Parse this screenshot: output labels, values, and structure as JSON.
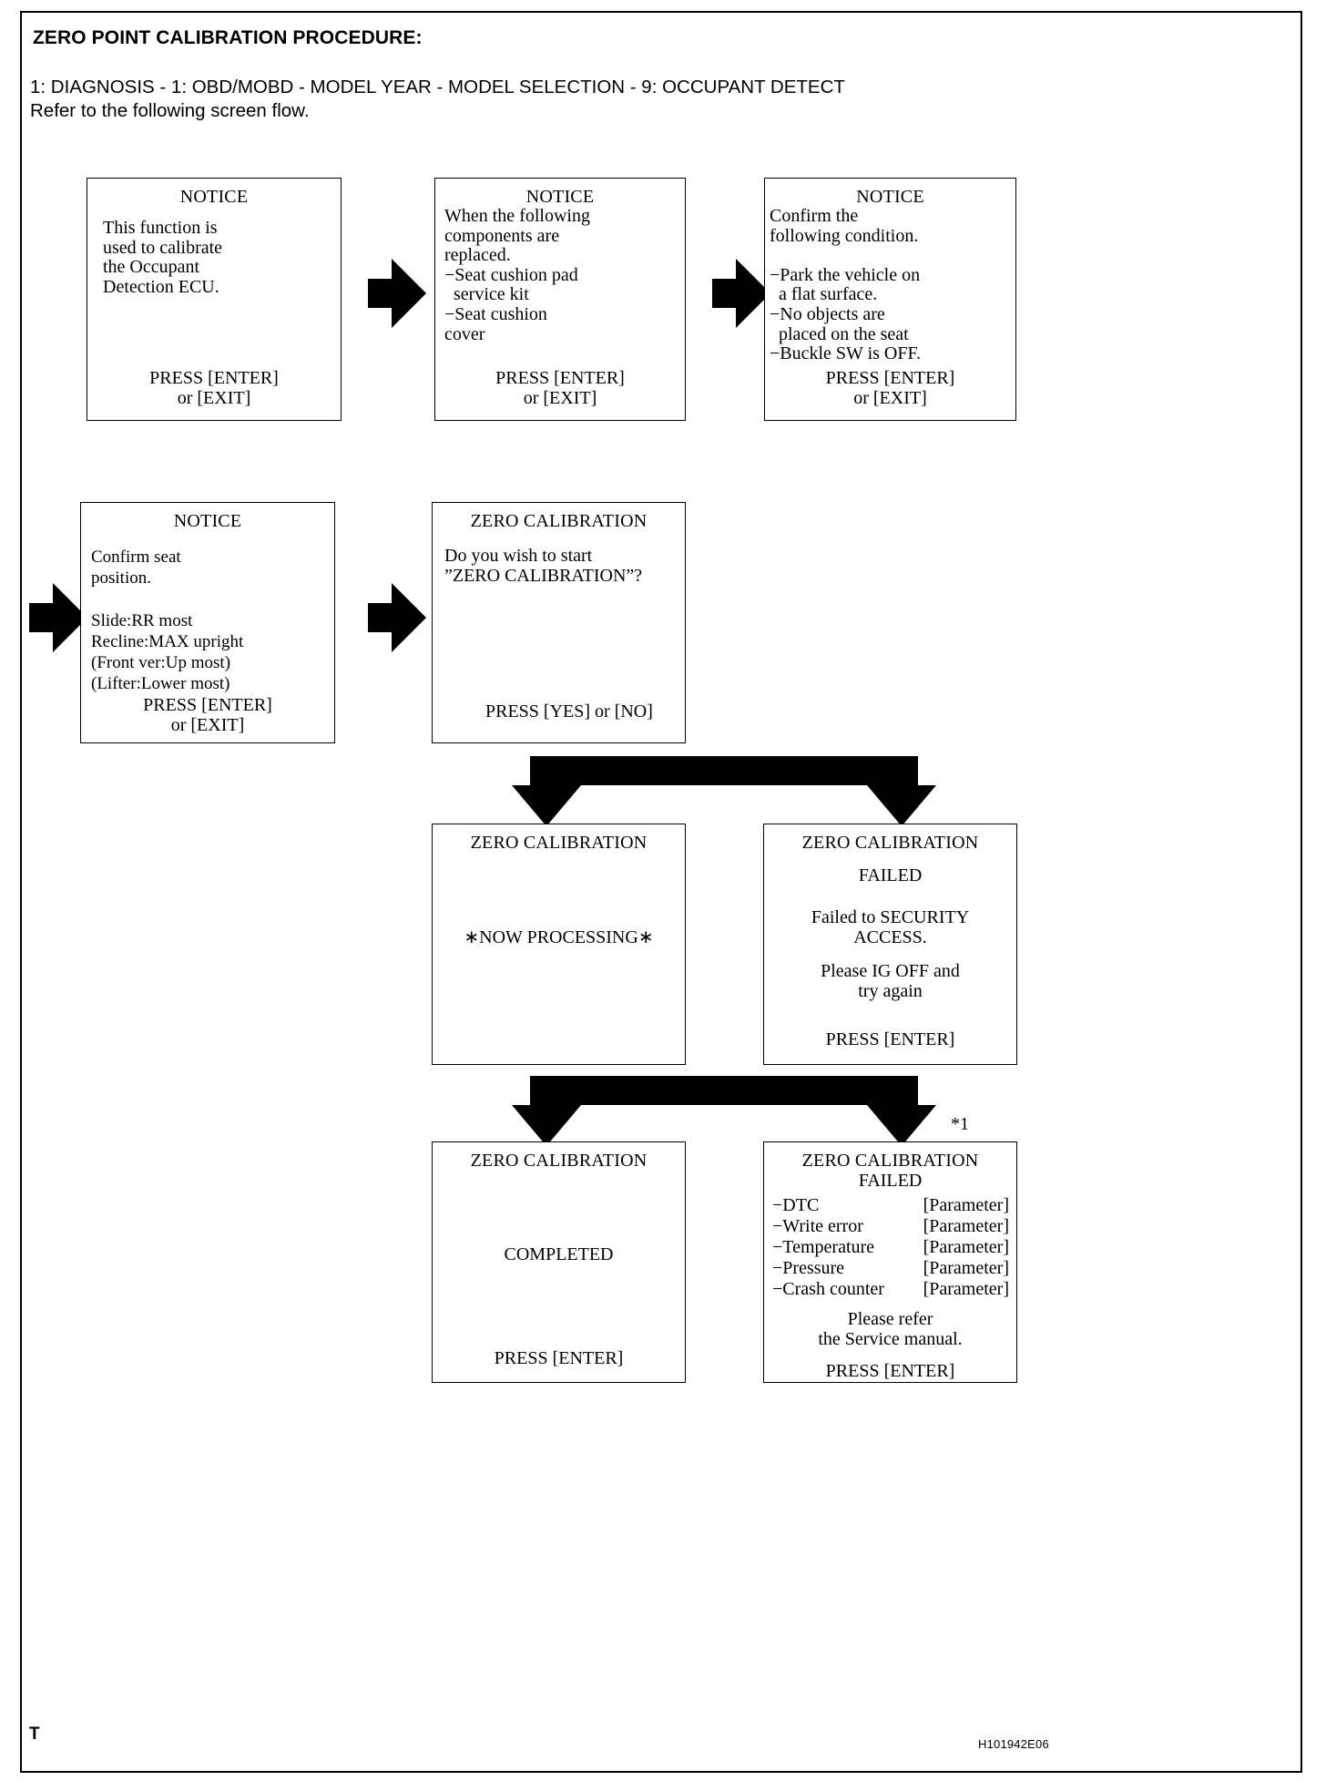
{
  "header": {
    "title": "ZERO POINT CALIBRATION PROCEDURE:",
    "path": "1: DIAGNOSIS - 1: OBD/MOBD - MODEL YEAR - MODEL SELECTION - 9: OCCUPANT DETECT",
    "instruction": "Refer to the following screen flow."
  },
  "screens": {
    "notice1": {
      "title": "NOTICE",
      "body": "This function is\nused to calibrate\nthe Occupant\nDetection ECU.",
      "footer": "PRESS [ENTER]\nor [EXIT]"
    },
    "notice2": {
      "title": "NOTICE",
      "body": "When the following\ncomponents are\nreplaced.\n−Seat cushion pad\n  service kit\n−Seat cushion\ncover",
      "footer": "PRESS [ENTER]\nor [EXIT]"
    },
    "notice3": {
      "title": "NOTICE",
      "body": "Confirm the\nfollowing condition.\n\n−Park the vehicle on\n  a flat surface.\n−No objects are\n  placed on the seat\n−Buckle SW is OFF.",
      "footer": "PRESS [ENTER]\nor [EXIT]"
    },
    "notice4": {
      "title": "NOTICE",
      "body_top": "Confirm seat\nposition.",
      "body_list": "Slide:RR most\nRecline:MAX upright\n(Front ver:Up most)\n(Lifter:Lower most)",
      "footer": "PRESS [ENTER]\nor [EXIT]"
    },
    "start": {
      "title": "ZERO CALIBRATION",
      "question": "Do you wish to start\n”ZERO CALIBRATION”?",
      "footer": "PRESS [YES] or [NO]"
    },
    "processing": {
      "title": "ZERO CALIBRATION",
      "status": "∗NOW PROCESSING∗"
    },
    "failed_security": {
      "title": "ZERO CALIBRATION",
      "status": "FAILED",
      "reason": "Failed to SECURITY\nACCESS.",
      "advice": "Please IG OFF and\ntry again",
      "footer": "PRESS [ENTER]"
    },
    "completed": {
      "title": "ZERO CALIBRATION",
      "status": "COMPLETED",
      "footer": "PRESS [ENTER]"
    },
    "failed_params": {
      "title": "ZERO CALIBRATION",
      "status": "FAILED",
      "params": [
        {
          "label": "−DTC",
          "value": "[Parameter]"
        },
        {
          "label": "−Write error",
          "value": "[Parameter]"
        },
        {
          "label": "−Temperature",
          "value": "[Parameter]"
        },
        {
          "label": "−Pressure",
          "value": "[Parameter]"
        },
        {
          "label": "−Crash counter",
          "value": "[Parameter]"
        }
      ],
      "advice": "Please refer\nthe Service manual.",
      "footer": "PRESS [ENTER]"
    }
  },
  "annotations": {
    "footnote_marker": "*1",
    "page_mark": "T",
    "figure_code": "H101942E06"
  },
  "colors": {
    "ink": "#000000",
    "paper": "#ffffff"
  }
}
